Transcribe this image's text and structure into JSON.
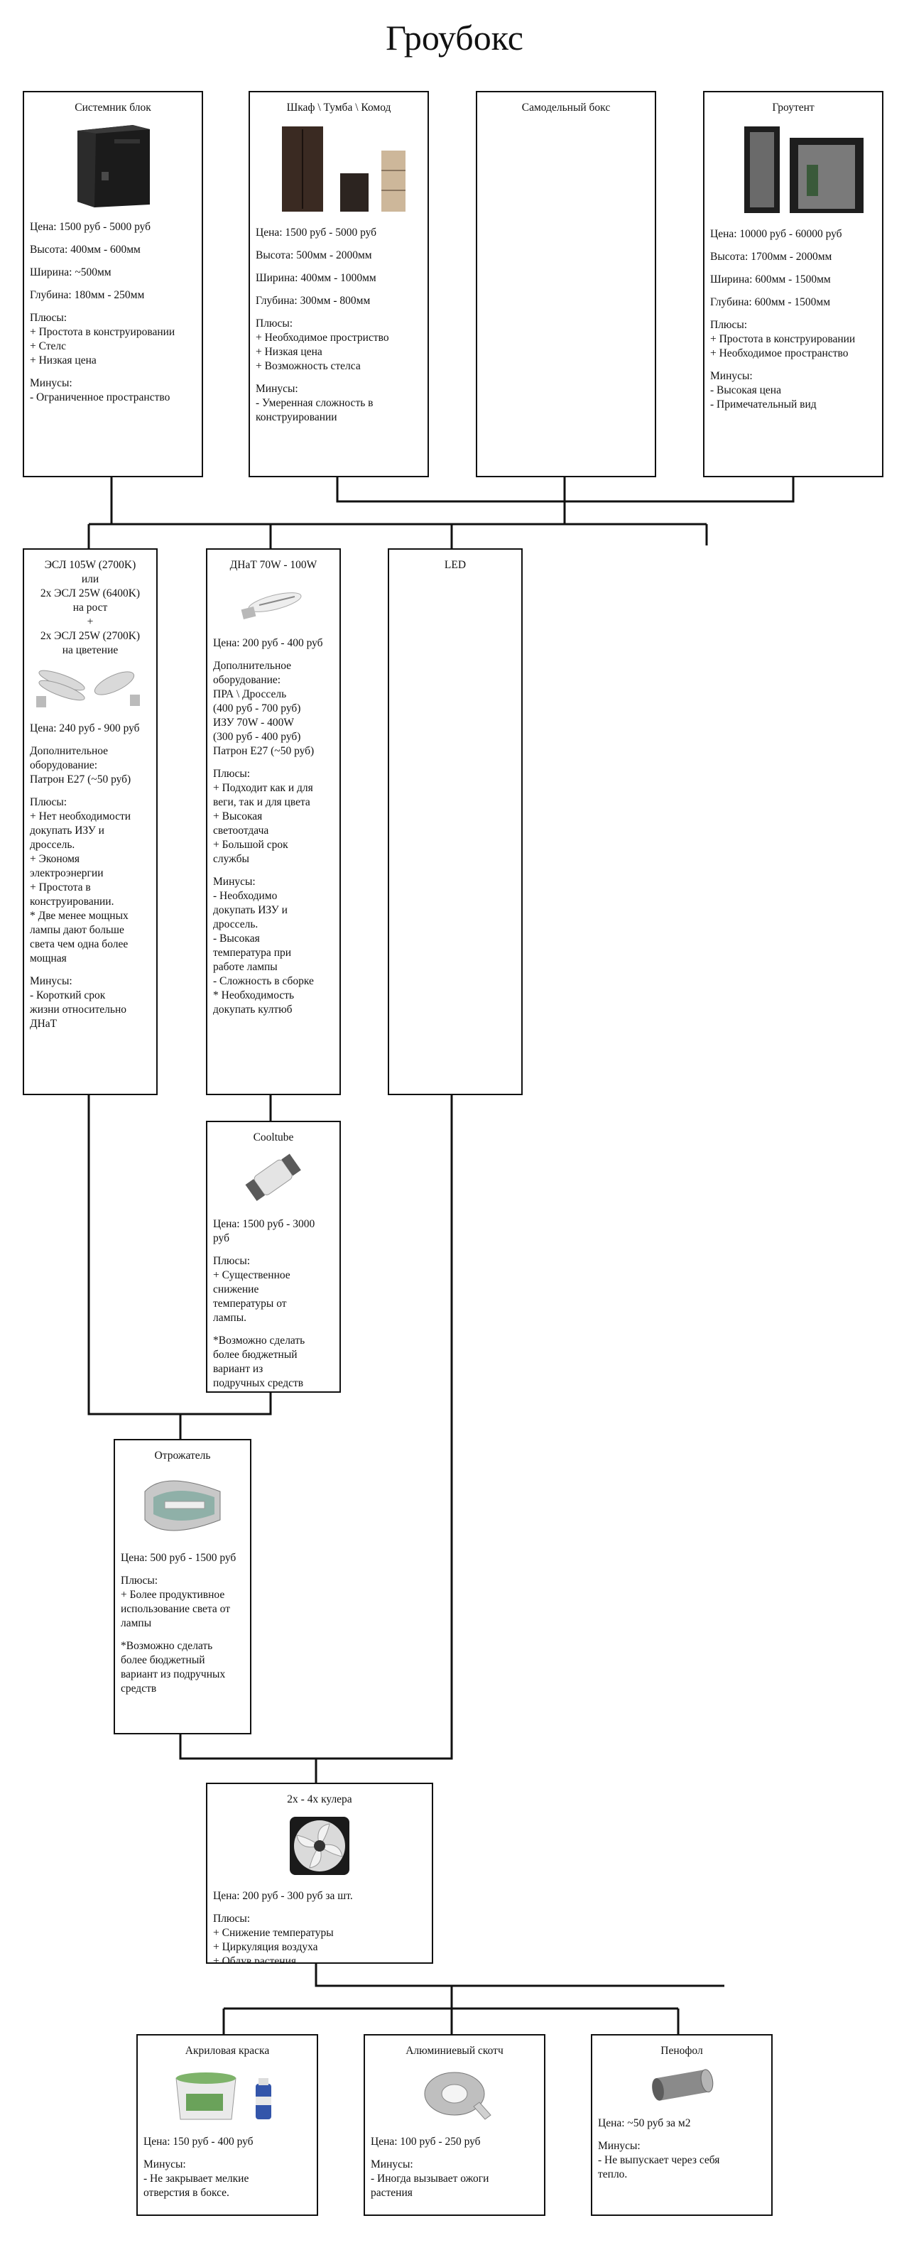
{
  "title": "Гроубокс",
  "cases": [
    {
      "title": "Системник блок",
      "icon": "pc-case-icon",
      "lines": [
        "Цена: 1500 руб - 5000 руб",
        "Высота: 400мм - 600мм",
        "Ширина: ~500мм",
        "Глубина: 180мм - 250мм"
      ],
      "plus": "Плюсы:\n+ Простота в конструировании\n+ Стелс\n+ Низкая цена",
      "minus": "Минусы:\n- Ограниченное пространство"
    },
    {
      "title": "Шкаф \\ Тумба \\ Комод",
      "icon": "cabinet-icon",
      "lines": [
        "Цена: 1500 руб - 5000 руб",
        "Высота: 500мм - 2000мм",
        "Ширина: 400мм - 1000мм",
        "Глубина: 300мм - 800мм"
      ],
      "plus": "Плюсы:\n+ Необходимое простриство\n+ Низкая цена\n+ Возможность стелса",
      "minus": "Минусы:\n- Умеренная сложность в\nконструировании"
    },
    {
      "title": "Самодельный бокс",
      "icon": "",
      "lines": [],
      "plus": "",
      "minus": ""
    },
    {
      "title": "Гроутент",
      "icon": "grow-tent-icon",
      "lines": [
        "Цена: 10000 руб - 60000 руб",
        "Высота: 1700мм - 2000мм",
        "Ширина: 600мм - 1500мм",
        "Глубина: 600мм - 1500мм"
      ],
      "plus": "Плюсы:\n+ Простота в конструировании\n+ Необходимое пространство",
      "minus": "Минусы:\n- Высокая цена\n- Примечательный вид"
    }
  ],
  "lamps": [
    {
      "title": "ЭСЛ 105W (2700K)\nили\n2x ЭСЛ 25W (6400K)\nна рост\n+\n2x ЭСЛ 25W (2700K)\nна цветение",
      "icon": "esl-lamp-icon",
      "price": "Цена: 240 руб - 900 руб",
      "extra": "Дополнительное\nоборудование:\nПатрон E27 (~50 руб)",
      "plus": "Плюсы:\n+ Нет необходимости\nдокупать ИЗУ и\nдроссель.\n+ Экономя\nэлектроэнергии\n+ Простота в\nконструировании.\n* Две менее мощных\nлампы дают больше\nсвета чем одна более\nмощная",
      "minus": "Минусы:\n- Короткий срок\nжизни относительно\nДНаТ"
    },
    {
      "title": "ДНаТ 70W - 100W",
      "icon": "hps-lamp-icon",
      "price": "Цена: 200 руб - 400 руб",
      "extra": "Дополнительное\nоборудование:\nПРА \\ Дроссель\n(400 руб - 700 руб)\nИЗУ 70W - 400W\n(300 руб - 400 руб)\nПатрон E27 (~50 руб)",
      "plus": "Плюсы:\n+ Подходит как и для\nвеги, так и для цвета\n+ Высокая\nсветоотдача\n+ Большой срок\nслужбы",
      "minus": "Минусы:\n- Необходимо\nдокупать ИЗУ и\nдроссель.\n- Высокая\nтемпература при\nработе лампы\n- Сложность в сборке\n* Необходимость\nдокупать култюб"
    },
    {
      "title": "LED",
      "icon": "",
      "price": "",
      "extra": "",
      "plus": "",
      "minus": ""
    }
  ],
  "cooltube": {
    "title": "Cooltube",
    "icon": "cooltube-icon",
    "price": "Цена: 1500 руб - 3000 руб",
    "plus": "Плюсы:\n+ Существенное\nснижение\nтемпературы от\nлампы.",
    "note": "*Возможно сделать\nболее бюджетный\nвариант из\nподручных средств"
  },
  "reflector": {
    "title": "Отрожатель",
    "icon": "reflector-icon",
    "price": "Цена: 500 руб - 1500 руб",
    "plus": "Плюсы:\n+ Более продуктивное\nиспользование света от\nлампы",
    "note": "*Возможно сделать\nболее бюджетный\nвариант из подручных\nсредств"
  },
  "fans": {
    "title": "2x - 4x кулера",
    "icon": "fan-icon",
    "price": "Цена: 200 руб - 300 руб за шт.",
    "plus": "Плюсы:\n+ Снижение температуры\n+ Циркуляция воздуха\n+ Обдув растения"
  },
  "coatings": [
    {
      "title": "Акриловая краска",
      "icon": "paint-bucket-icon",
      "price": "Цена: 150 руб - 400 руб",
      "minus": "Минусы:\n- Не закрывает мелкие\nотверстия в боксе."
    },
    {
      "title": "Алюминиевый скотч",
      "icon": "aluminum-tape-icon",
      "price": "Цена: 100 руб - 250 руб",
      "minus": "Минусы:\n- Иногда вызывает ожоги\nрастения"
    },
    {
      "title": "Пенофол",
      "icon": "penofol-roll-icon",
      "price": "Цена: ~50 руб за м2",
      "minus": "Минусы:\n- Не выпускает через себя\nтепло."
    }
  ]
}
